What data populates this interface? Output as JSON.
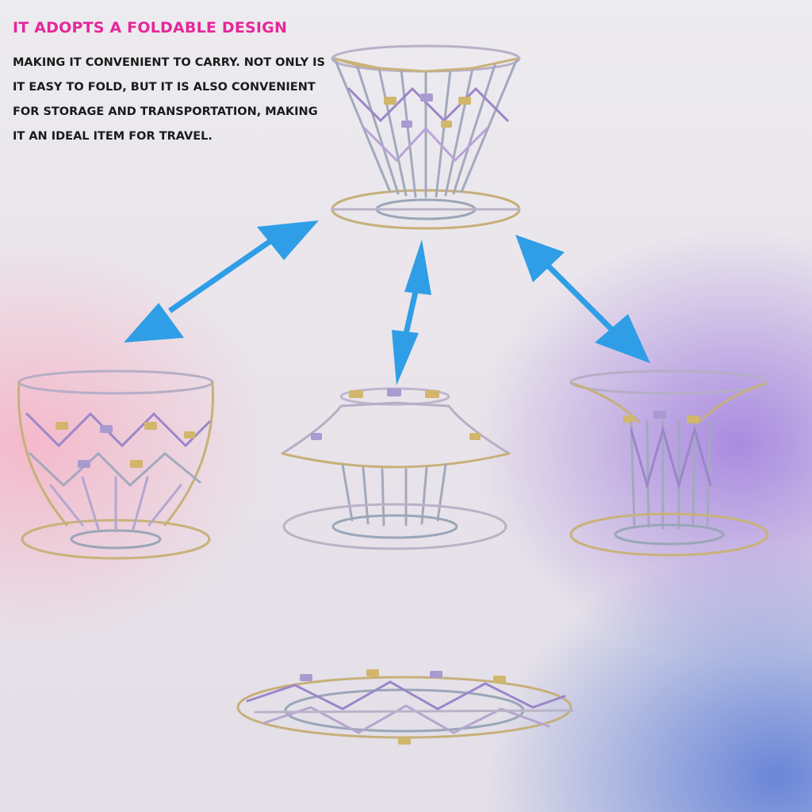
{
  "heading": "IT ADOPTS A FOLDABLE DESIGN",
  "description": "MAKING IT CONVENIENT TO CARRY.  NOT ONLY IS IT EASY TO FOLD, BUT IT IS ALSO CONVENIENT FOR STORAGE AND TRANSPORTATION, MAKING IT AN IDEAL ITEM FOR TRAVEL.",
  "colors": {
    "heading": "#e4279a",
    "text": "#1b1b1b",
    "arrow": "#2f9ee6",
    "wire_gold": "#c9b26a",
    "wire_silver": "#9aa6b8",
    "wire_violet": "#9b86c9"
  },
  "product_views": [
    {
      "name": "conical-dripper-top"
    },
    {
      "name": "wide-bowl-dripper"
    },
    {
      "name": "flared-half-folded-dripper"
    },
    {
      "name": "tall-cylinder-dripper"
    },
    {
      "name": "fully-flattened-dripper"
    }
  ]
}
